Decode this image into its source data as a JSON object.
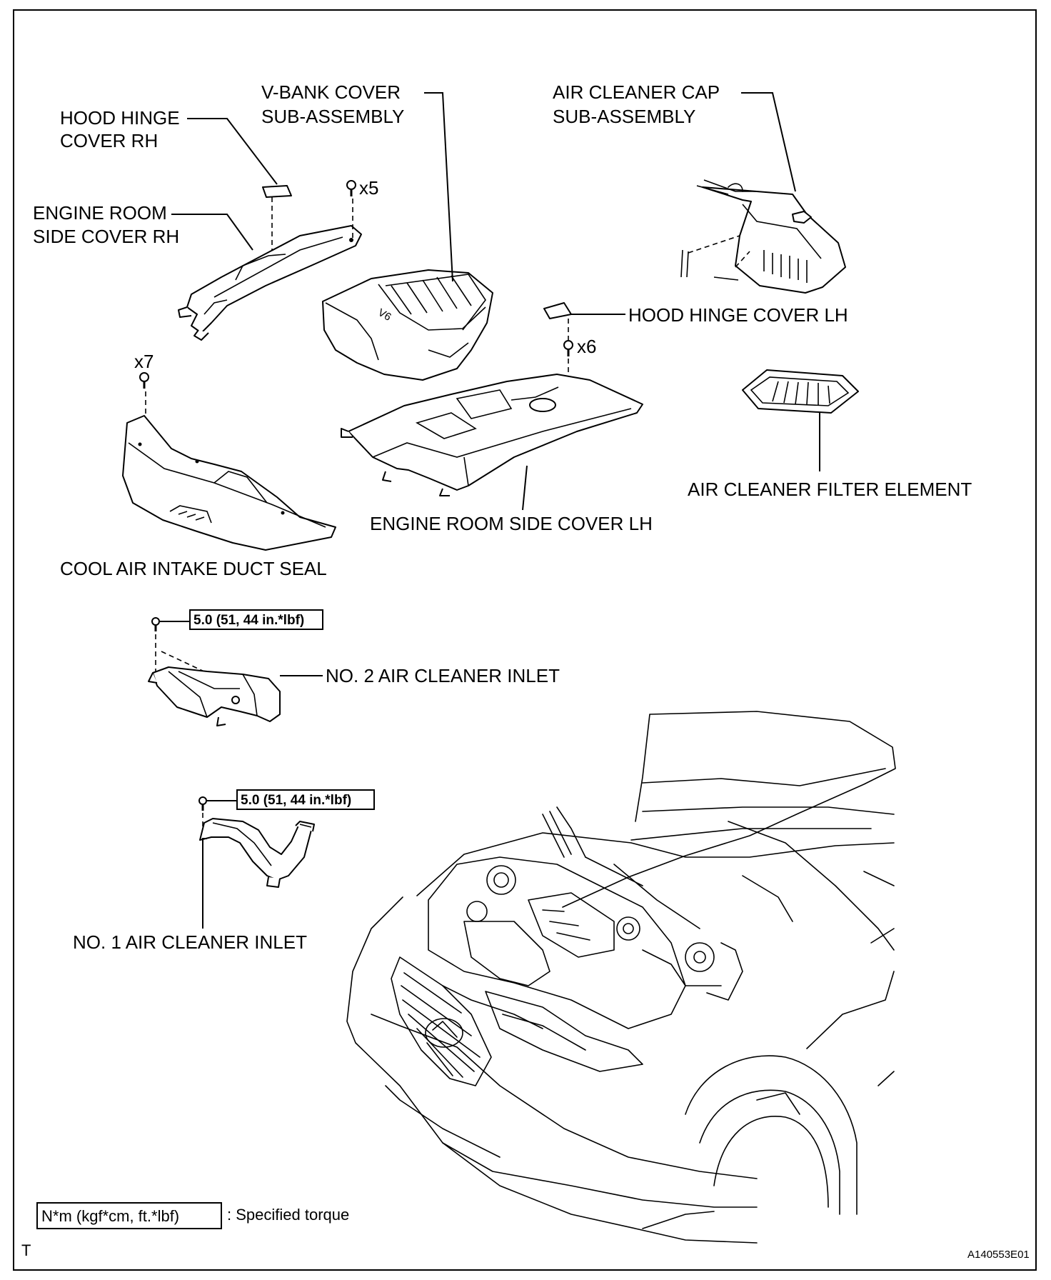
{
  "labels": {
    "hood_hinge_cover_rh": [
      "HOOD HINGE",
      "COVER RH"
    ],
    "v_bank_cover": [
      "V-BANK COVER",
      "SUB-ASSEMBLY"
    ],
    "air_cleaner_cap": [
      "AIR CLEANER CAP",
      "SUB-ASSEMBLY"
    ],
    "engine_room_side_cover_rh": [
      "ENGINE ROOM",
      "SIDE COVER RH"
    ],
    "hood_hinge_cover_lh": "HOOD HINGE COVER LH",
    "air_cleaner_filter_element": "AIR CLEANER FILTER ELEMENT",
    "engine_room_side_cover_lh": "ENGINE ROOM SIDE COVER LH",
    "cool_air_intake_duct_seal": "COOL AIR INTAKE DUCT SEAL",
    "no2_air_cleaner_inlet": "NO. 2 AIR CLEANER INLET",
    "no1_air_cleaner_inlet": "NO. 1 AIR CLEANER INLET"
  },
  "quantities": {
    "v_bank_clips": "x5",
    "lh_cover_clips": "x6",
    "duct_seal_clips": "x7"
  },
  "torque": {
    "no2_inlet": "5.0 (51, 44 in.*lbf)",
    "no1_inlet": "5.0 (51, 44 in.*lbf)"
  },
  "legend": {
    "unit_box": "N*m (kgf*cm, ft.*lbf)",
    "description": ": Specified torque"
  },
  "corner_mark": "T",
  "figure_id": "A140553E01",
  "emblem_text": "V6"
}
